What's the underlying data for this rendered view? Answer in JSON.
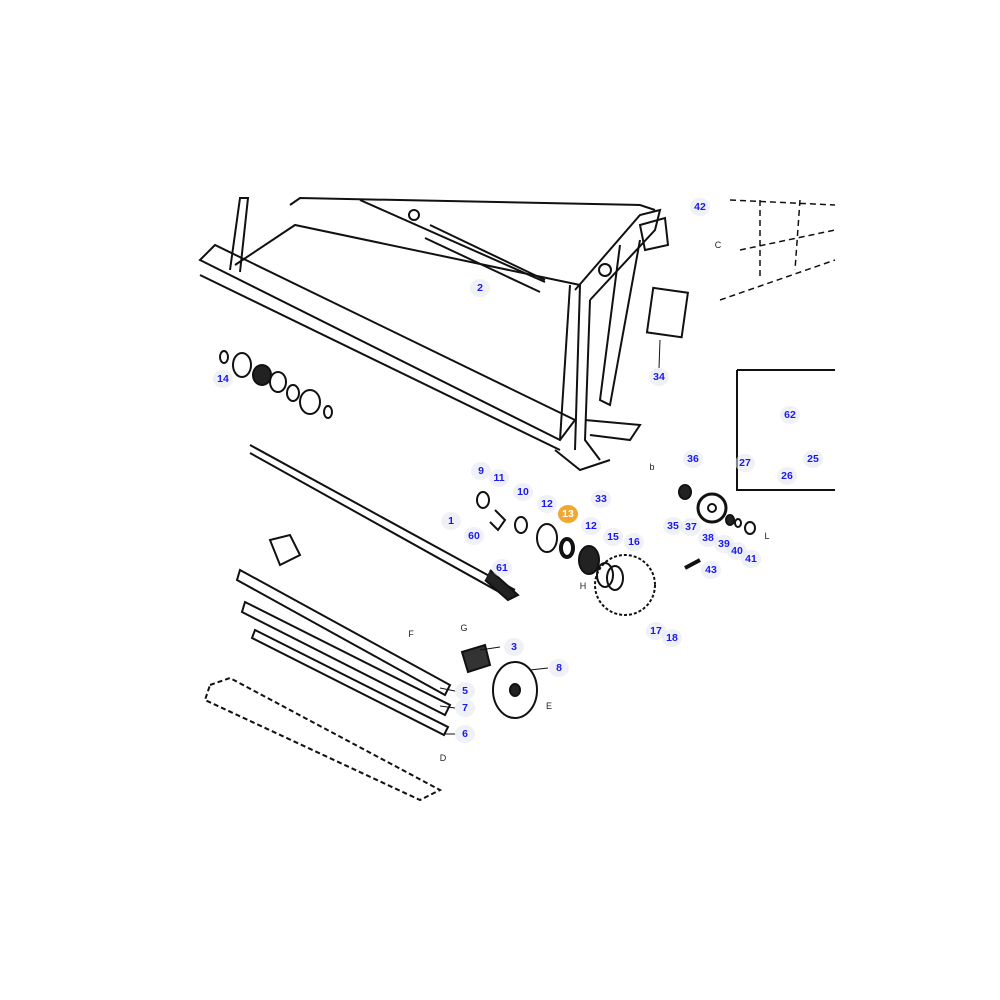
{
  "diagram": {
    "highlighted_part": "13",
    "accent_color": "#f0a830",
    "label_color": "#1a1aee",
    "part_labels": [
      "42",
      "2",
      "34",
      "14",
      "62",
      "27",
      "26",
      "25",
      "36",
      "9",
      "11",
      "10",
      "33",
      "12",
      "13",
      "12",
      "15",
      "16",
      "35",
      "37",
      "38",
      "39",
      "40",
      "41",
      "43",
      "1",
      "60",
      "61",
      "17",
      "18",
      "3",
      "8",
      "5",
      "7",
      "6"
    ],
    "callout_letters": [
      "C",
      "b",
      "F",
      "G",
      "E",
      "D",
      "H",
      "L"
    ]
  }
}
